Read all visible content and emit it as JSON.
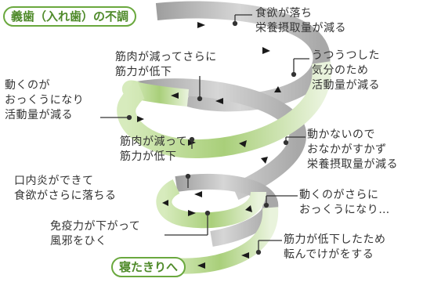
{
  "title": "義歯（入れ歯）の不調",
  "end_label": "寝たきりへ",
  "colors": {
    "ribbon_green": "#a9cf7a",
    "ribbon_gray": "#bdbdbd",
    "accent_green": "#6aa83e",
    "arrow": "#1a1a1a"
  },
  "steps": [
    {
      "lines": [
        "食欲が落ち",
        "栄養摂取量が減る"
      ]
    },
    {
      "lines": [
        "うつうつした",
        "気分のため",
        "活動量が減る"
      ]
    },
    {
      "lines": [
        "筋肉が減ってさらに",
        "筋力が低下"
      ]
    },
    {
      "lines": [
        "動くのが",
        "おっくうになり",
        "活動量が減る"
      ]
    },
    {
      "lines": [
        "筋肉が減って",
        "筋力が低下"
      ]
    },
    {
      "lines": [
        "動かないので",
        "おなかがすかず",
        "栄養摂取量が減る"
      ]
    },
    {
      "lines": [
        "口内炎ができて",
        "食欲がさらに落ちる"
      ]
    },
    {
      "lines": [
        "動くのがさらに",
        "おっくうになり…"
      ]
    },
    {
      "lines": [
        "免疫力が下がって",
        "風邪をひく"
      ]
    },
    {
      "lines": [
        "筋力が低下したため",
        "転んでけがをする"
      ]
    }
  ]
}
